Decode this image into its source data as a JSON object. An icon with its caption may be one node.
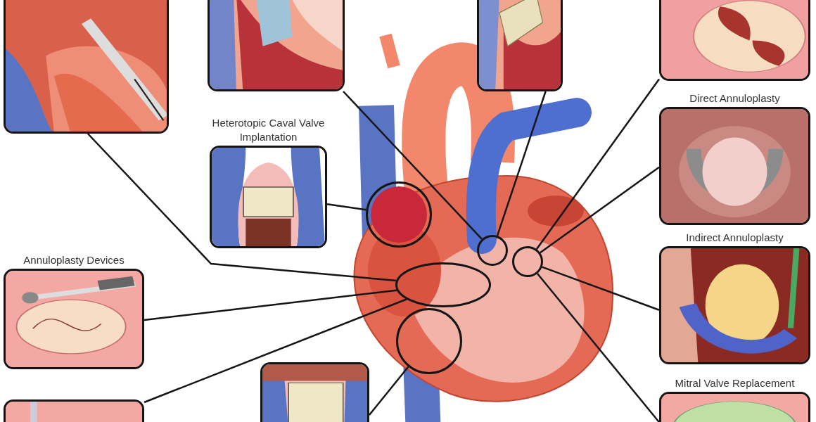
{
  "diagram": {
    "nodes": [
      {
        "text": [],
        "shape": "picture"
      },
      {
        "text": [],
        "shape": "picture"
      },
      {
        "text": [],
        "shape": "picture"
      },
      {
        "text": [],
        "shape": "picture"
      },
      {
        "text": [
          "Direct Annuloplasty"
        ]
      },
      {
        "text": [
          "Heterotopic Caval Valve Implantation"
        ]
      },
      {
        "text": [
          "Indirect Annuloplasty"
        ]
      },
      {
        "text": [
          "Annuloplasty Devices"
        ]
      },
      {
        "text": [],
        "shape": "picture"
      },
      {
        "text": [
          "Mitral Valve Replacement"
        ]
      },
      {
        "text": [],
        "shape": "picture"
      },
      {
        "text": [],
        "shape": "circle"
      },
      {
        "text": [],
        "shape": "circle"
      },
      {
        "text": [],
        "shape": "circle"
      },
      {
        "text": [],
        "shape": "ellipse"
      },
      {
        "text": [],
        "shape": "circle"
      }
    ],
    "edges": [
      {
        "from": 0,
        "to": 14,
        "arrow": "none"
      },
      {
        "from": 1,
        "to": 12,
        "arrow": "none"
      },
      {
        "from": 2,
        "to": 12,
        "arrow": "none"
      },
      {
        "from": 3,
        "to": 13,
        "arrow": "none"
      },
      {
        "from": 4,
        "to": 13,
        "arrow": "none"
      },
      {
        "from": 5,
        "to": 11,
        "arrow": "none"
      },
      {
        "from": 6,
        "to": 13,
        "arrow": "none"
      },
      {
        "from": 7,
        "to": 14,
        "arrow": "none"
      },
      {
        "from": 8,
        "to": 15,
        "arrow": "none"
      },
      {
        "from": 9,
        "to": 13,
        "arrow": "none"
      },
      {
        "from": 10,
        "to": 14,
        "arrow": "none"
      }
    ]
  }
}
